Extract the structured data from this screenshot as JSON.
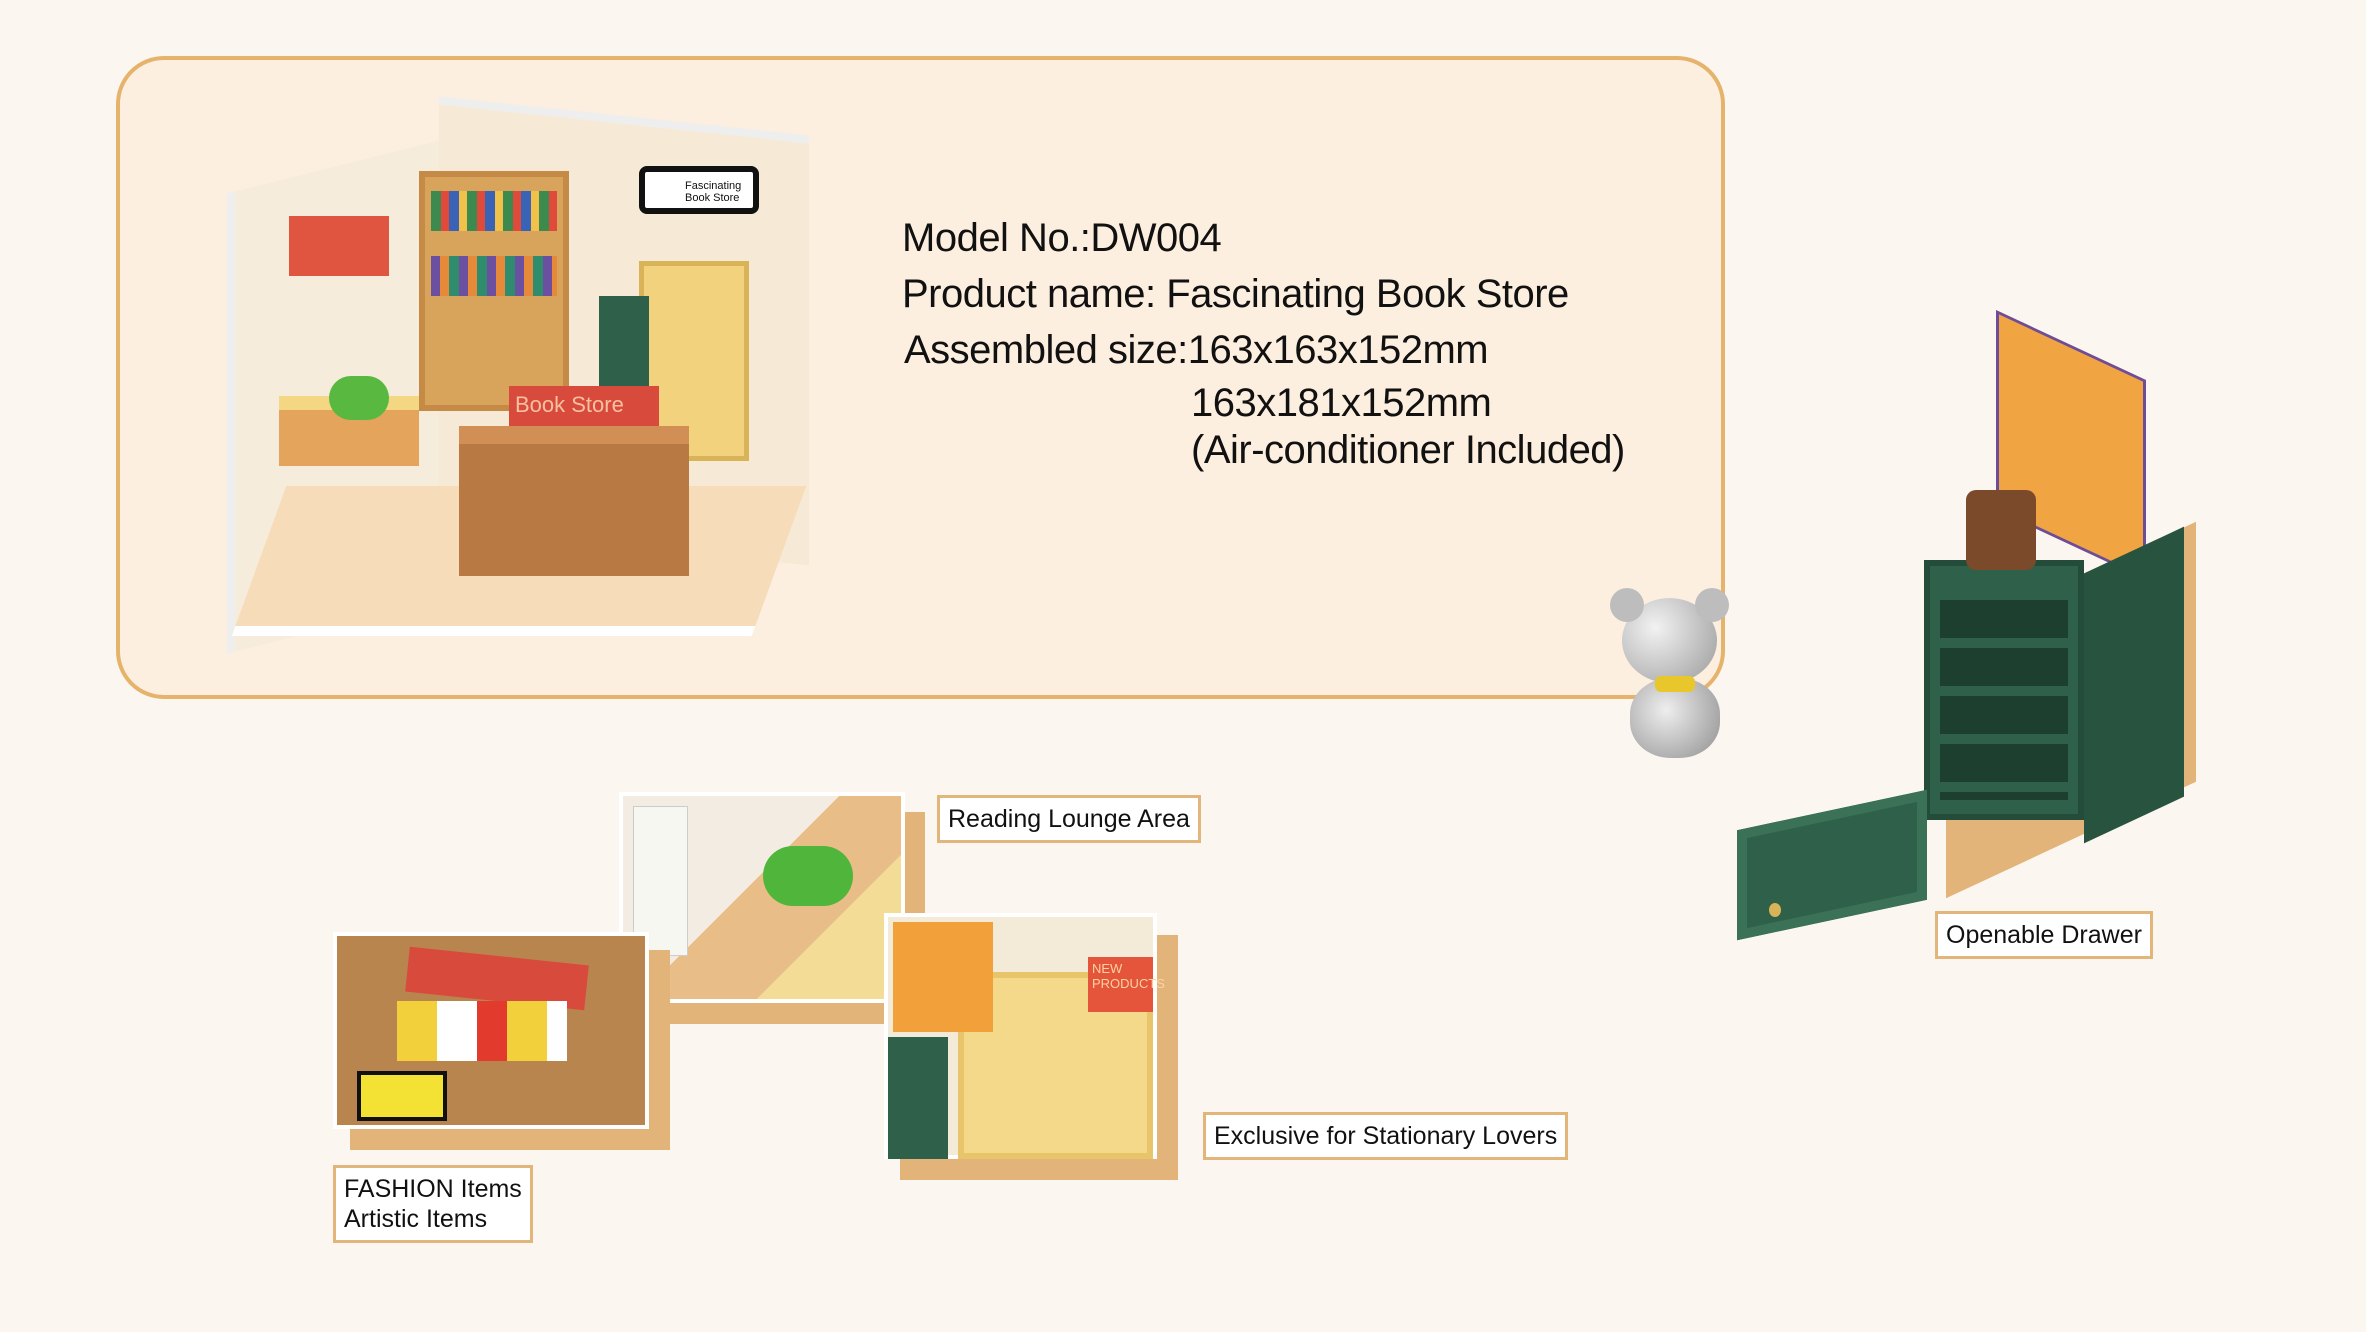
{
  "specs": {
    "model": "Model No.:DW004",
    "product_name": "Product name: Fascinating Book Store",
    "size_label": "Assembled size:163x163x152mm",
    "size_alt": "163x181x152mm",
    "size_note": "(Air-conditioner Included)"
  },
  "callouts": {
    "reading": "Reading Lounge Area",
    "fashion_line1": "FASHION Items",
    "fashion_line2": "Artistic Items",
    "stationary": "Exclusive for Stationary Lovers",
    "drawer": "Openable Drawer"
  },
  "product_signage": {
    "bubble": "Fascinating Book Store",
    "counter": "Book Store",
    "new_products": "NEW PRODUCTS"
  },
  "colors": {
    "accent": "#e5b36c",
    "panel": "#fdefdf",
    "cabinet_green": "#2f6049"
  }
}
